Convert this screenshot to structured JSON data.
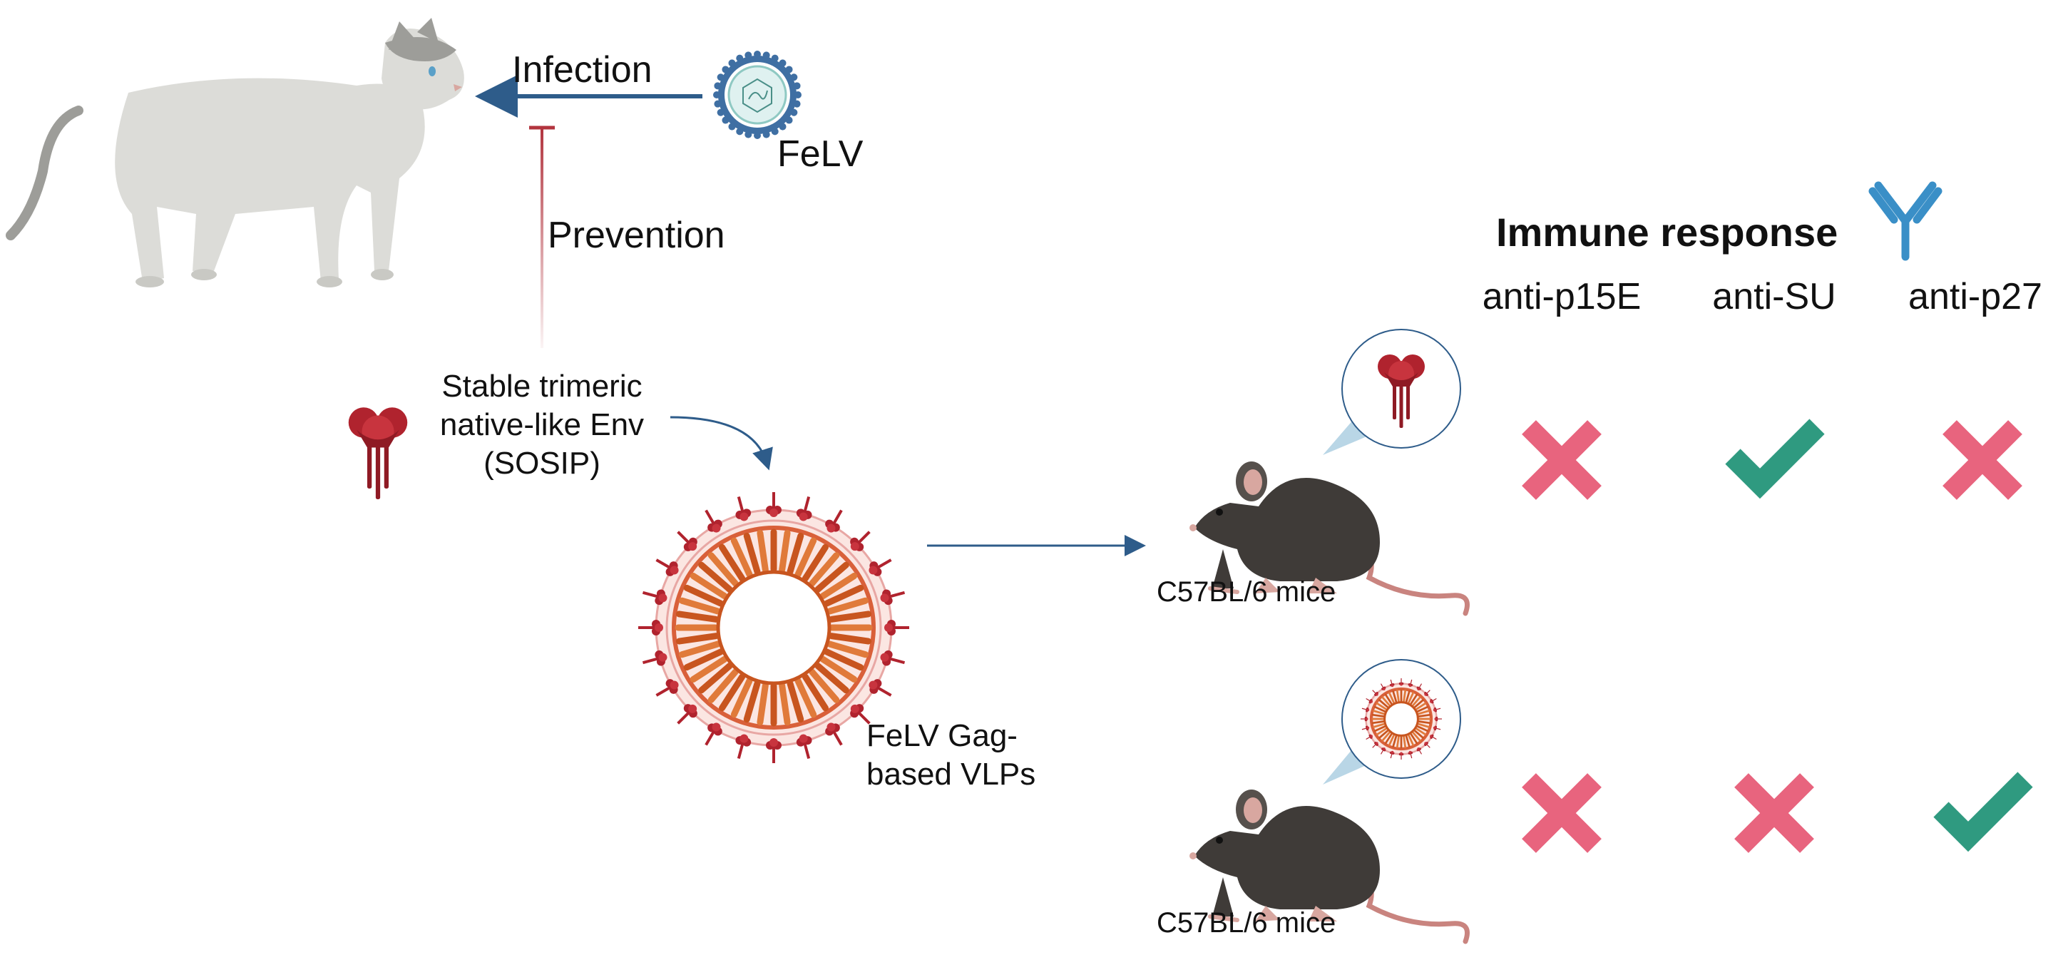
{
  "labels": {
    "infection": "Infection",
    "felv": "FeLV",
    "prevention": "Prevention",
    "env_line1": "Stable trimeric",
    "env_line2": "native-like Env",
    "env_line3": "(SOSIP)",
    "vlp_line1": "FeLV Gag-",
    "vlp_line2": "based VLPs",
    "mice_top": "C57BL/6 mice",
    "mice_bottom": "C57BL/6 mice",
    "immune_response": "Immune response"
  },
  "immune_columns": [
    "anti-p15E",
    "anti-SU",
    "anti-p27"
  ],
  "results": [
    {
      "group": "Env (SOSIP)",
      "values": [
        "cross",
        "check",
        "cross"
      ]
    },
    {
      "group": "FeLV Gag-based VLPs",
      "values": [
        "cross",
        "cross",
        "check"
      ]
    }
  ],
  "colors": {
    "arrow_blue": "#2e5c8a",
    "prevention_red": "#b2343e",
    "env_red": "#b0232e",
    "check_green": "#2f9a80",
    "cross_pink": "#e8647e",
    "antibody_blue": "#3a8fc7",
    "virus_blue": "#3f6fa3",
    "mouse_fur": "#3f3b38",
    "cat_fur": "#dcdcd8"
  }
}
